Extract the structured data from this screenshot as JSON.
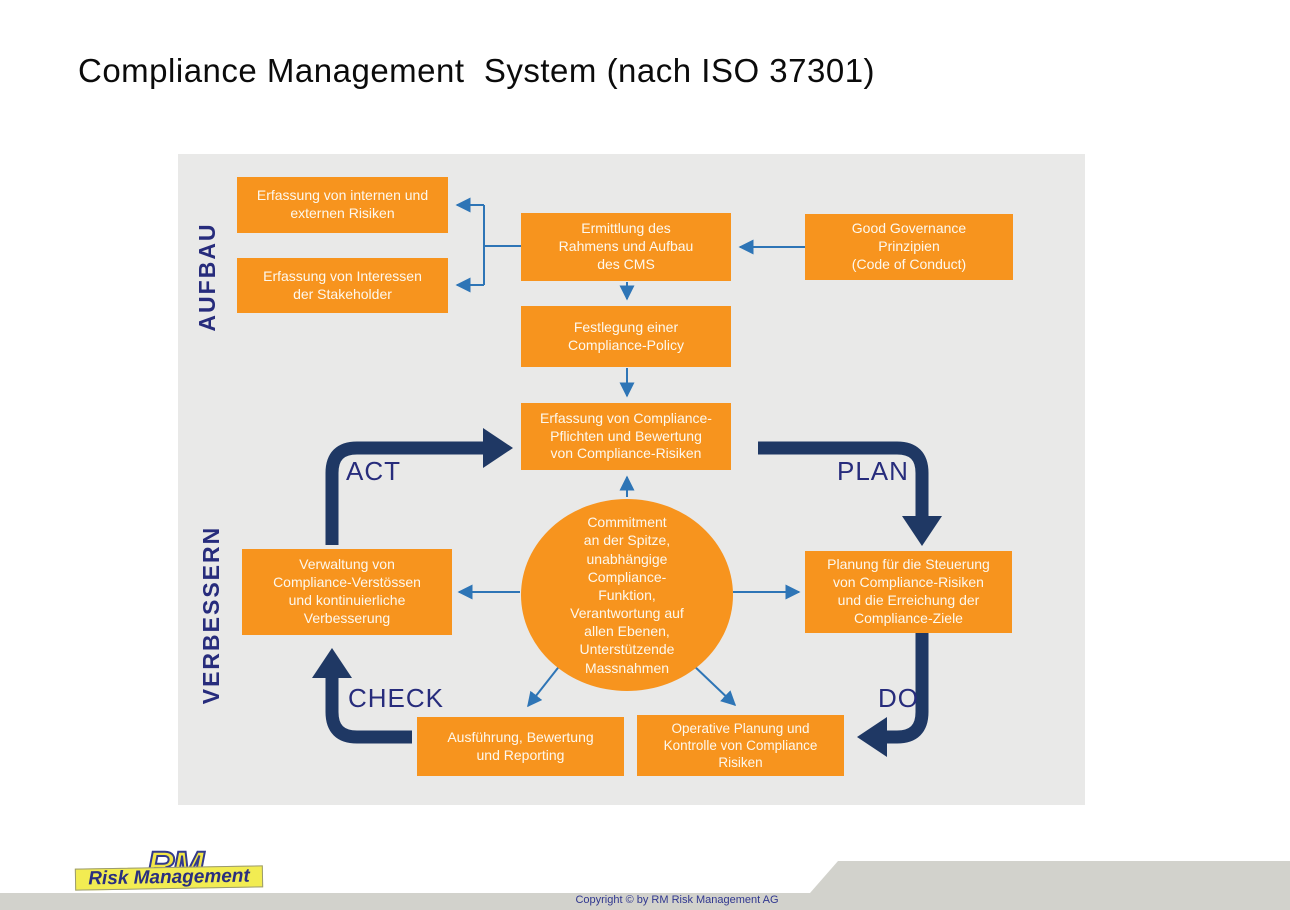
{
  "title": "Compliance Management  System (nach ISO 37301)",
  "sections": {
    "aufbau": "AUFBAU",
    "verbessern": "VERBESSERN"
  },
  "phases": {
    "act": "ACT",
    "plan": "PLAN",
    "check": "CHECK",
    "do": "DO"
  },
  "boxes": {
    "internal_risks": "Erfassung von internen und\nexternen Risiken",
    "stakeholder_interests": "Erfassung von Interessen\nder Stakeholder",
    "framework_cms": "Ermittlung des\nRahmens und Aufbau\ndes CMS",
    "good_governance": "Good Governance\nPrinzipien\n(Code of Conduct)",
    "compliance_policy": "Festlegung einer\nCompliance-Policy",
    "compliance_obligations": "Erfassung von Compliance-\nPflichten und Bewertung\nvon Compliance-Risiken",
    "violations_management": "Verwaltung von\nCompliance-Verstössen\nund kontinuierliche\nVerbesserung",
    "risk_planning": "Planung für die Steuerung\nvon Compliance-Risiken\nund die Erreichung der\nCompliance-Ziele",
    "execution_reporting": "Ausführung, Bewertung\nund Reporting",
    "operative_planning": "Operative Planung und\nKontrolle von Compliance\nRisiken"
  },
  "center_circle": "Commitment\nan der Spitze,\nunabhängige\nCompliance-\nFunktion,\nVerantwortung auf\nallen Ebenen,\nUnterstützende\nMassnahmen",
  "logo": {
    "monogram": "RM",
    "name": "Risk Management"
  },
  "footer": {
    "copyright": "Copyright © by RM Risk Management AG"
  },
  "colors": {
    "box_orange": "#f7941e",
    "cycle_arrow_navy": "#1f3864",
    "connector_blue": "#2e75b6",
    "label_navy": "#272c7c",
    "panel_gray": "#e9e9e8",
    "footer_gray": "#d2d2cc",
    "logo_yellow": "#f2ec52"
  }
}
